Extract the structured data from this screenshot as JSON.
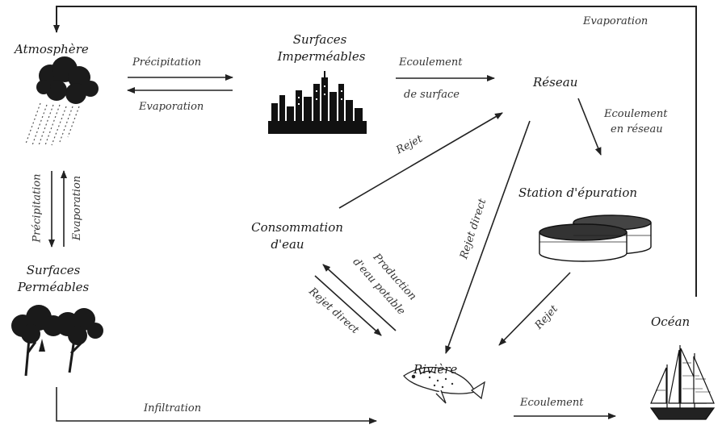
{
  "nodes": {
    "atmosphere": "Atmosphère",
    "impermeable_1": "Surfaces",
    "impermeable_2": "Imperméables",
    "reseau": "Réseau",
    "station": "Station d'épuration",
    "consommation_1": "Consommation",
    "consommation_2": "d'eau",
    "permeable_1": "Surfaces",
    "permeable_2": "Perméables",
    "riviere": "Rivière",
    "ocean": "Océan"
  },
  "flows": {
    "precipitation_top": "Précipitation",
    "evaporation_top": "Evaporation",
    "ecoulement_surface_1": "Ecoulement",
    "ecoulement_surface_2": "de surface",
    "evaporation_ocean": "Evaporation",
    "ecoulement_reseau_1": "Ecoulement",
    "ecoulement_reseau_2": "en réseau",
    "rejet_consommation": "Rejet",
    "rejet_direct_reseau": "Rejet direct",
    "precipitation_vertical": "Précipitation",
    "evaporation_vertical": "Evaporation",
    "production_1": "Production",
    "production_2": "d'eau potable",
    "rejet_direct_riviere": "Rejet direct",
    "rejet_station": "Rejet",
    "infiltration": "Infiltration",
    "ecoulement_ocean": "Ecoulement"
  },
  "icons": [
    "rain-cloud-icon",
    "city-skyline-icon",
    "treatment-tanks-icon",
    "trees-icon",
    "fish-icon",
    "sailboat-icon"
  ]
}
